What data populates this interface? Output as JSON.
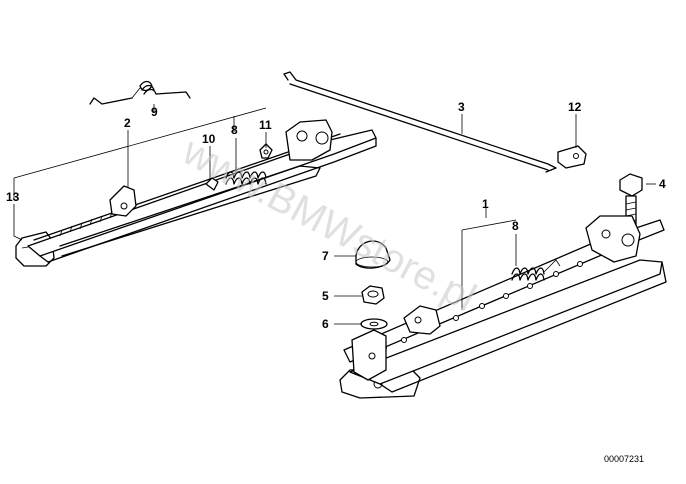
{
  "diagram": {
    "callouts": [
      {
        "id": "c1",
        "label": "1"
      },
      {
        "id": "c2",
        "label": "2"
      },
      {
        "id": "c3",
        "label": "3"
      },
      {
        "id": "c4",
        "label": "4"
      },
      {
        "id": "c5",
        "label": "5"
      },
      {
        "id": "c6",
        "label": "6"
      },
      {
        "id": "c7",
        "label": "7"
      },
      {
        "id": "c8a",
        "label": "8"
      },
      {
        "id": "c8b",
        "label": "8"
      },
      {
        "id": "c9",
        "label": "9"
      },
      {
        "id": "c10",
        "label": "10"
      },
      {
        "id": "c11",
        "label": "11"
      },
      {
        "id": "c12",
        "label": "12"
      },
      {
        "id": "c13",
        "label": "13"
      }
    ],
    "reference_number": "00007231",
    "watermark": "www.BMWstore.pl"
  }
}
